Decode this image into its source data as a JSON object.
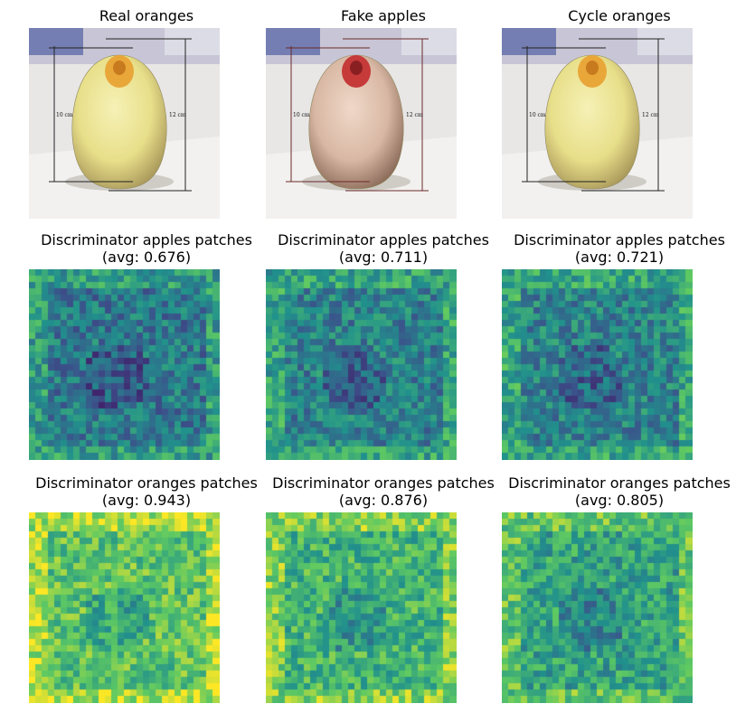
{
  "figure": {
    "row1": [
      {
        "title": "Real oranges",
        "tint": "orange",
        "measure_left": "10 cm",
        "measure_right": "12 cm"
      },
      {
        "title": "Fake apples",
        "tint": "apple",
        "measure_left": "10 cm",
        "measure_right": "12 cm"
      },
      {
        "title": "Cycle oranges",
        "tint": "orange",
        "measure_left": "10 cm",
        "measure_right": "12 cm"
      }
    ],
    "row2": [
      {
        "title": "Discriminator apples patches\n(avg: 0.676)",
        "avg": 0.676
      },
      {
        "title": "Discriminator apples patches\n(avg: 0.711)",
        "avg": 0.711
      },
      {
        "title": "Discriminator apples patches\n(avg: 0.721)",
        "avg": 0.721
      }
    ],
    "row3": [
      {
        "title": "Discriminator oranges patches\n(avg: 0.943)",
        "avg": 0.943
      },
      {
        "title": "Discriminator oranges patches\n(avg: 0.876)",
        "avg": 0.876
      },
      {
        "title": "Discriminator oranges patches\n(avg: 0.805)",
        "avg": 0.805
      }
    ],
    "colormap": "viridis"
  }
}
